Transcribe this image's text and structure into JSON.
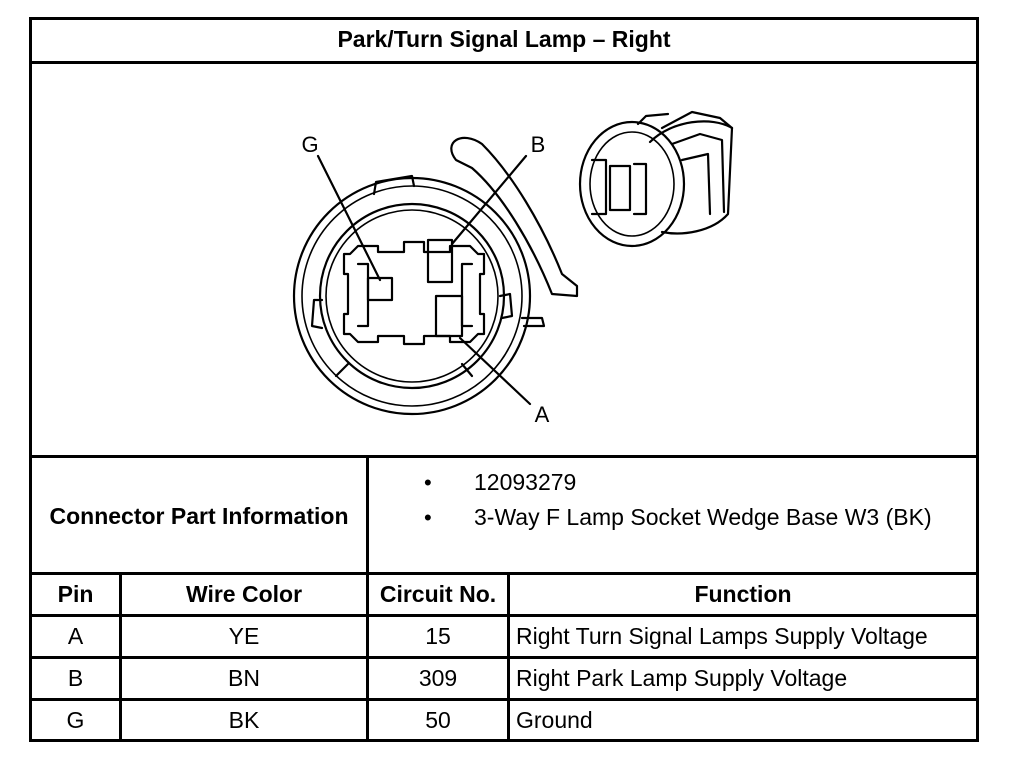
{
  "title": "Park/Turn Signal Lamp – Right",
  "figure": {
    "callouts": [
      "G",
      "B",
      "A"
    ]
  },
  "connector": {
    "label": "Connector Part Information",
    "items": [
      "12093279",
      "3-Way F Lamp Socket Wedge Base W3 (BK)"
    ]
  },
  "table": {
    "headers": [
      "Pin",
      "Wire Color",
      "Circuit No.",
      "Function"
    ],
    "rows": [
      [
        "A",
        "YE",
        "15",
        "Right Turn Signal Lamps Supply Voltage"
      ],
      [
        "B",
        "BN",
        "309",
        "Right Park Lamp Supply Voltage"
      ],
      [
        "G",
        "BK",
        "50",
        "Ground"
      ]
    ]
  }
}
